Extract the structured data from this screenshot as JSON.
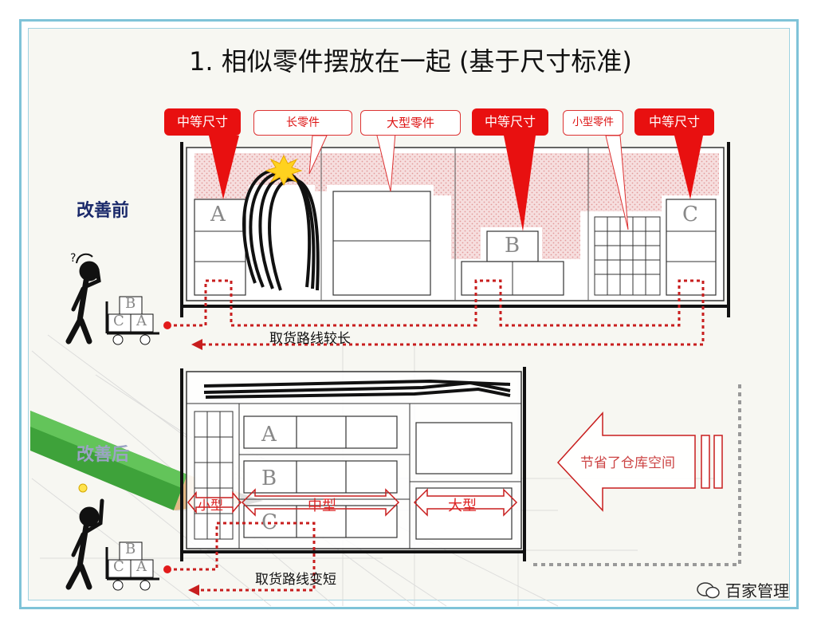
{
  "title": "1. 相似零件摆放在一起 (基于尺寸标准)",
  "before": {
    "label": "改善前",
    "callouts": {
      "medium_1": "中等尺寸",
      "long": "长零件",
      "large": "大型零件",
      "medium_2": "中等尺寸",
      "small": "小型零件",
      "medium_3": "中等尺寸"
    },
    "bins": {
      "a": "A",
      "b": "B",
      "c": "C"
    },
    "route_label": "取货路线较长"
  },
  "after": {
    "label": "改善后",
    "bins": {
      "a": "A",
      "b": "B",
      "c": "C"
    },
    "tags": {
      "small": "小型",
      "medium": "中型",
      "large": "大型"
    },
    "arrow_label": "节省了仓库空间",
    "route_label": "取货路线变短"
  },
  "cart": {
    "top": "B",
    "left": "C",
    "right": "A"
  },
  "brand": {
    "name": "百家管理"
  },
  "colors": {
    "accent_red": "#e81010",
    "frame": "#7fc3d8",
    "hatch": "#f2c9c9"
  }
}
